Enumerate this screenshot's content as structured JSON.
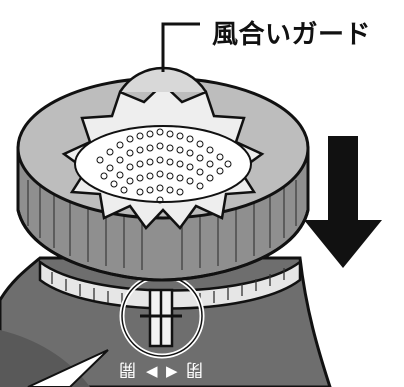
{
  "callout": {
    "label": "風合いガード"
  },
  "base_markings": {
    "left_glyph": "開",
    "right_glyph": "閉",
    "left_arrow": "◀",
    "right_arrow": "▶"
  },
  "colors": {
    "cap_top": "#bdbdbd",
    "cap_well": "#eeeeee",
    "cap_side": "#8f8f8f",
    "bottle": "#6e6e6e",
    "bottle_dark": "#595959",
    "arrow": "#111111",
    "outline": "#111111",
    "filter": "#ffffff"
  }
}
